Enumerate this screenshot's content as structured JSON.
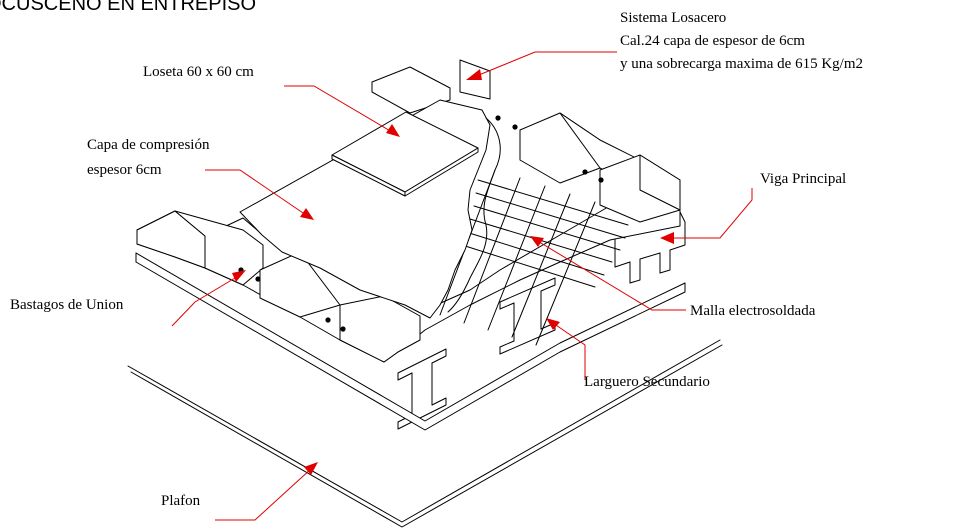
{
  "title": "OCUSCENO EN ENTREPISO",
  "labels": {
    "sistema": [
      "Sistema Losacero",
      "Cal.24 capa de espesor de 6cm",
      "y una sobrecarga maxima de 615 Kg/m2"
    ],
    "loseta": "Loseta 60 x 60 cm",
    "capa": [
      "Capa de compresión",
      "espesor 6cm"
    ],
    "viga": "Viga Principal",
    "bastagos": "Bastagos de Union",
    "malla": "Malla electrosoldada",
    "larguero": "Larguero Secundario",
    "plafon": "Plafon"
  },
  "colors": {
    "line": "#000000",
    "leader": "#e00000",
    "background": "#ffffff"
  }
}
